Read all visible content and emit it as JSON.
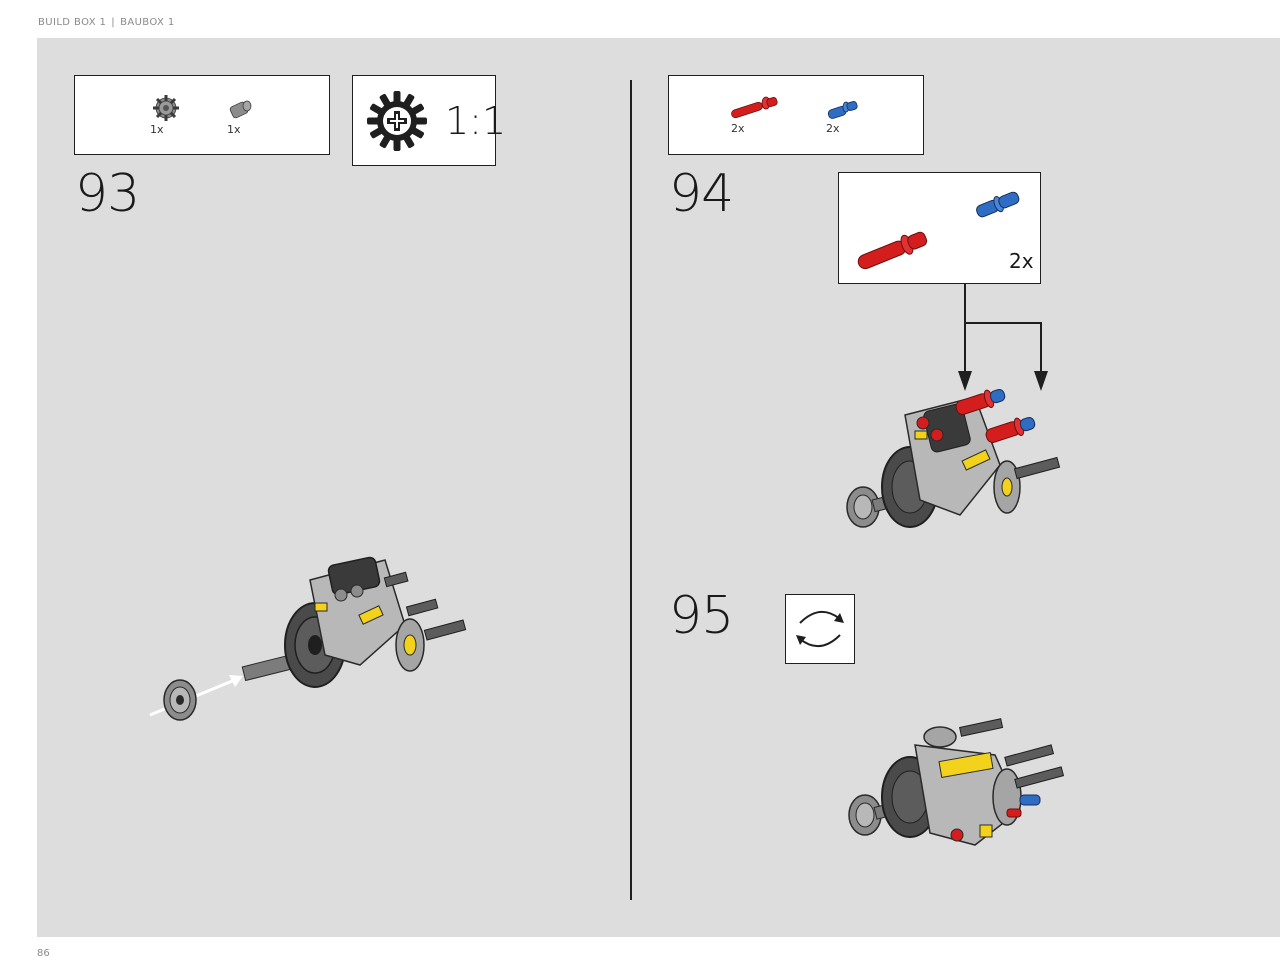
{
  "header": {
    "left": "BUILD BOX 1",
    "separator": "|",
    "right": "BAUBOX 1"
  },
  "page_number": "86",
  "step93": {
    "number": "93",
    "parts": [
      {
        "icon": "gear-12-tooth-icon",
        "qty": "1x",
        "color": "#8c8c8c"
      },
      {
        "icon": "connector-bush-icon",
        "qty": "1x",
        "color": "#8c8c8c"
      }
    ],
    "gear_ratio": "1:1"
  },
  "step94": {
    "number": "94",
    "parts": [
      {
        "icon": "axle-pin-red-icon",
        "qty": "2x",
        "color": "#d41e1e"
      },
      {
        "icon": "pin-blue-icon",
        "qty": "2x",
        "color": "#2f6cc4"
      }
    ],
    "subassembly_qty": "2x"
  },
  "step95": {
    "number": "95",
    "rotate_icon": "rotate-model-icon"
  },
  "colors": {
    "panel": "#dcdddc",
    "red": "#d41e1e",
    "blue": "#2f6cc4",
    "yellow": "#f2d21b",
    "light_gray": "#b8b8b8",
    "dark_gray": "#4a4a4a",
    "black": "#1f1f1f"
  }
}
